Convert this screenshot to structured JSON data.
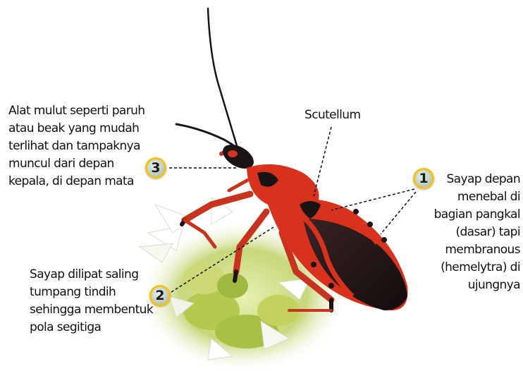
{
  "labels": {
    "scutellum": "Scutellum",
    "mouthparts": [
      "Alat mulut seperti paruh",
      "atau beak yang mudah",
      "terlihat dan tampaknya",
      "muncul dari depan",
      "kepala, di depan mata"
    ],
    "forewing": [
      "Sayap depan",
      "menebal di",
      "bagian pangkal",
      "(dasar) tapi",
      "membranous",
      "(hemelytra) di",
      "ujungnya"
    ],
    "folded_wings": [
      "Sayap dilipat saling",
      "tumpang tindih",
      "sehingga membentuk",
      "pola segitiga"
    ]
  },
  "markers": {
    "one": "1",
    "two": "2",
    "three": "3"
  },
  "colors": {
    "body_red": "#d8311d",
    "body_black": "#1b1414",
    "marker_ring": "#f3c21a",
    "flower_green": "#b9cf5a",
    "leader_line": "#111111"
  }
}
